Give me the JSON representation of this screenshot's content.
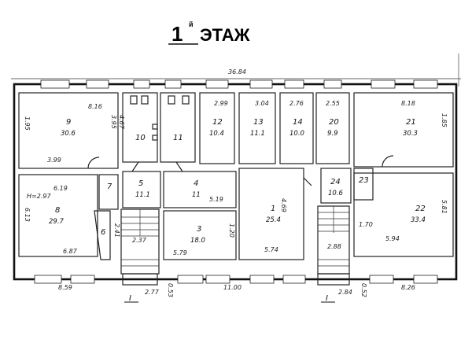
{
  "plan": {
    "title_digit": "1",
    "title_superscript": "й",
    "title_word": "ЭТАЖ",
    "overall_length": "36.84",
    "section_marks": [
      "I",
      "I"
    ],
    "rooms": [
      {
        "id": "9",
        "num": "9",
        "area": "30.6"
      },
      {
        "id": "10",
        "num": "10",
        "area": ""
      },
      {
        "id": "11a",
        "num": "11",
        "area": ""
      },
      {
        "id": "12",
        "num": "12",
        "area": "10.4"
      },
      {
        "id": "13",
        "num": "13",
        "area": "11.1"
      },
      {
        "id": "14",
        "num": "14",
        "area": "10.0"
      },
      {
        "id": "20",
        "num": "20",
        "area": "9.9"
      },
      {
        "id": "21",
        "num": "21",
        "area": "30.3"
      },
      {
        "id": "7",
        "num": "7",
        "area": ""
      },
      {
        "id": "5",
        "num": "5",
        "area": "11.1"
      },
      {
        "id": "4",
        "num": "4",
        "area": "11"
      },
      {
        "id": "8",
        "num": "8",
        "area": "29.7"
      },
      {
        "id": "6",
        "num": "6",
        "area": ""
      },
      {
        "id": "3",
        "num": "3",
        "area": "18.0"
      },
      {
        "id": "1",
        "num": "1",
        "area": "25.4"
      },
      {
        "id": "24",
        "num": "24",
        "area": "10.6"
      },
      {
        "id": "23",
        "num": "23",
        "area": ""
      },
      {
        "id": "22",
        "num": "22",
        "area": "33.4"
      }
    ],
    "dims": [
      {
        "id": "d1",
        "text": "8.16"
      },
      {
        "id": "d2",
        "text": "2.99"
      },
      {
        "id": "d3",
        "text": "3.04"
      },
      {
        "id": "d4",
        "text": "2.76"
      },
      {
        "id": "d5",
        "text": "2.55"
      },
      {
        "id": "d6",
        "text": "8.18"
      },
      {
        "id": "d7",
        "text": "3.99"
      },
      {
        "id": "d8",
        "text": "1.95"
      },
      {
        "id": "d9",
        "text": "3.95"
      },
      {
        "id": "d10",
        "text": "6.19"
      },
      {
        "id": "d11",
        "text": "Н=2.97"
      },
      {
        "id": "d12",
        "text": "6.87"
      },
      {
        "id": "d13",
        "text": "2.37"
      },
      {
        "id": "d14",
        "text": "5.19"
      },
      {
        "id": "d15",
        "text": "5.79"
      },
      {
        "id": "d16",
        "text": "5.74"
      },
      {
        "id": "d17",
        "text": "1.70"
      },
      {
        "id": "d18",
        "text": "5.94"
      },
      {
        "id": "d19",
        "text": "2.88"
      },
      {
        "id": "d20",
        "text": "8.59"
      },
      {
        "id": "d21",
        "text": "2.77"
      },
      {
        "id": "d22",
        "text": "11.00"
      },
      {
        "id": "d23",
        "text": "2.84"
      },
      {
        "id": "d24",
        "text": "8.26"
      },
      {
        "id": "d25",
        "text": "2.41"
      },
      {
        "id": "d26",
        "text": "1.85"
      },
      {
        "id": "d27",
        "text": "5.81"
      },
      {
        "id": "d28",
        "text": "6.13"
      },
      {
        "id": "d29",
        "text": "0.53"
      },
      {
        "id": "d30",
        "text": "0.52"
      },
      {
        "id": "d31",
        "text": "4.69"
      },
      {
        "id": "d32",
        "text": "1.20"
      },
      {
        "id": "d33",
        "text": "4.67"
      }
    ]
  }
}
